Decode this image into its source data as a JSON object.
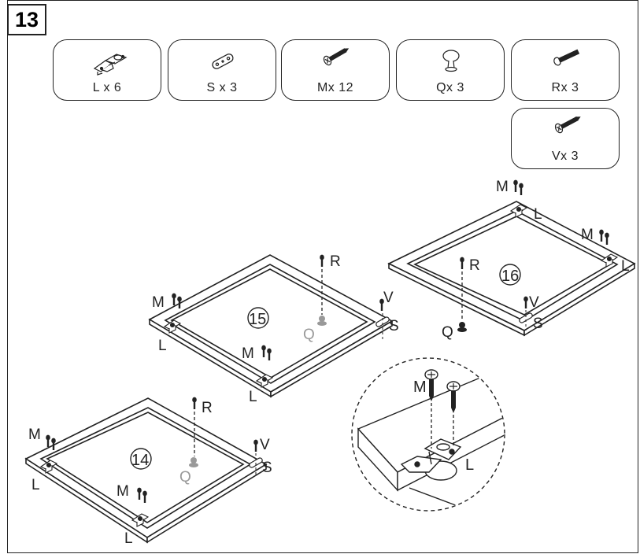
{
  "step": "13",
  "parts": [
    {
      "label": "L x 6",
      "icon": "hinge-icon"
    },
    {
      "label": "S x 3",
      "icon": "mounting-plate-icon"
    },
    {
      "label": "Mx 12",
      "icon": "screw-icon"
    },
    {
      "label": "Qx 3",
      "icon": "knob-icon"
    },
    {
      "label": "Rx 3",
      "icon": "screw-icon"
    },
    {
      "label": "Vx 3",
      "icon": "screw-icon"
    }
  ],
  "callouts": {
    "M": "M",
    "L": "L",
    "R": "R",
    "V": "V",
    "S": "S",
    "Q": "Q"
  },
  "doors": [
    {
      "number": "14"
    },
    {
      "number": "15"
    },
    {
      "number": "16"
    }
  ]
}
